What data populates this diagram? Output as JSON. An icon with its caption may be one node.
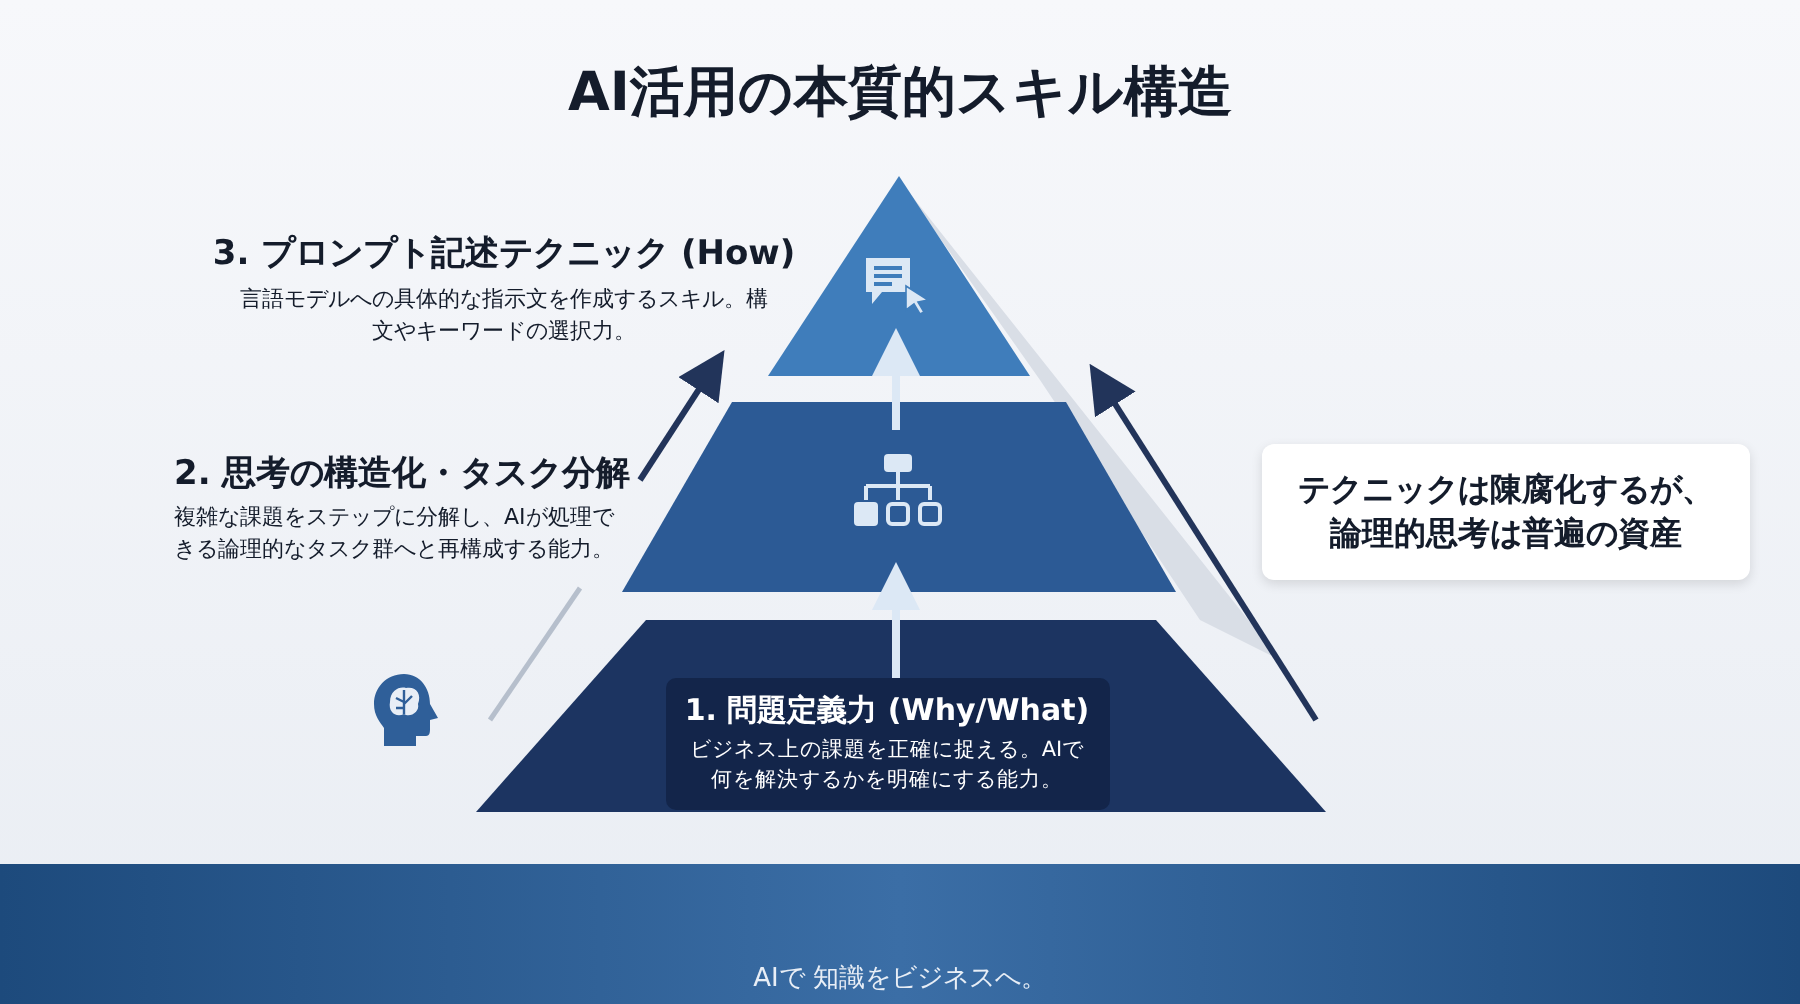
{
  "diagram": {
    "title": "AI活用の本質的スキル構造",
    "nodes": [
      {
        "text": [],
        "shape": "trapezoid"
      },
      {
        "text": [
          "1. 問題定義力 (Why/What)",
          "ビジネス上の課題を正確に捉える。AIで何を解決するかを明確にする能力。"
        ],
        "in": 0
      },
      {
        "text": [],
        "shape": "trapezoid"
      },
      {
        "text": [],
        "shape": "triangle"
      },
      {
        "text": [
          "テクニックは陳腐化するが、論理的思考は普遍の資産"
        ]
      },
      {
        "text": [
          "AIで 知識をビジネスへ。"
        ]
      }
    ],
    "edges": [
      {
        "from": 1,
        "to": 2,
        "arrow": "to"
      },
      {
        "from": 2,
        "to": 3,
        "arrow": "to"
      }
    ],
    "labels": [
      "3. プロンプト記述テクニック (How)",
      "言語モデルへの具体的な指示文を作成するスキル。構文やキーワードの選択力。",
      "2. 思考の構造化・タスク分解",
      "複雑な課題をステップに分解し、AIが処理できる論理的なタスク群へと再構成する能力。"
    ]
  }
}
